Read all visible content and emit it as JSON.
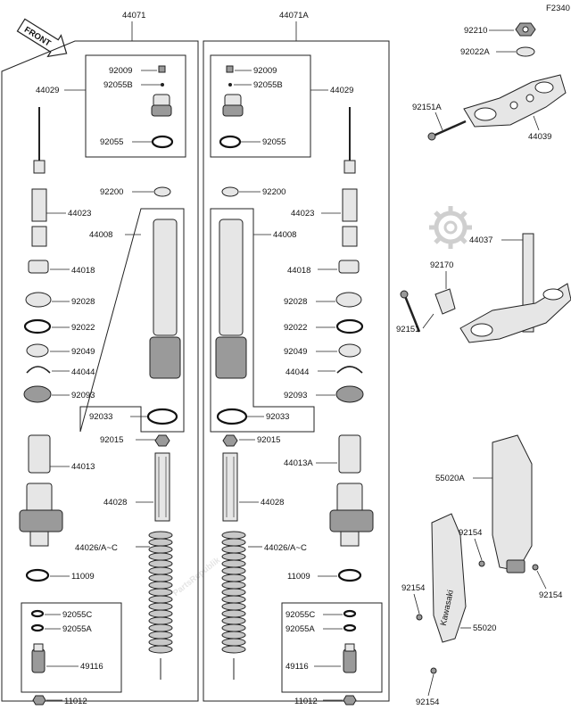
{
  "diagram_code": "F2340",
  "front_label": "FRONT",
  "watermark": "PartsRepublik",
  "assemblies": {
    "left": "44071",
    "right": "44071A"
  },
  "labels": {
    "l_92009": "92009",
    "l_92055B": "92055B",
    "l_44029": "44029",
    "l_92055": "92055",
    "l_92200": "92200",
    "l_44023": "44023",
    "l_44008": "44008",
    "l_44018": "44018",
    "l_92028": "92028",
    "l_92022": "92022",
    "l_92049": "92049",
    "l_44044": "44044",
    "l_92093": "92093",
    "l_92033": "92033",
    "l_92015": "92015",
    "l_44013": "44013",
    "l_44028": "44028",
    "l_44026": "44026/A~C",
    "l_11009": "11009",
    "l_92055C": "92055C",
    "l_92055A": "92055A",
    "l_49116": "49116",
    "l_11012": "11012",
    "r_92009": "92009",
    "r_92055B": "92055B",
    "r_44029": "44029",
    "r_92055": "92055",
    "r_92200": "92200",
    "r_44023": "44023",
    "r_44008": "44008",
    "r_44018": "44018",
    "r_92028": "92028",
    "r_92022": "92022",
    "r_92049": "92049",
    "r_44044": "44044",
    "r_92093": "92093",
    "r_92033": "92033",
    "r_92015": "92015",
    "r_44013A": "44013A",
    "r_44028": "44028",
    "r_44026": "44026/A~C",
    "r_11009": "11009",
    "r_92055C": "92055C",
    "r_92055A": "92055A",
    "r_49116": "49116",
    "r_11012": "11012",
    "s_92210": "92210",
    "s_92022A": "92022A",
    "s_92151A": "92151A",
    "s_44039": "44039",
    "s_44037": "44037",
    "s_92170": "92170",
    "s_92151": "92151",
    "g_55020A": "55020A",
    "g_92154a": "92154",
    "g_92154b": "92154",
    "g_92154c": "92154",
    "g_55020": "55020",
    "g_92154d": "92154",
    "g_brand": "Kawasaki"
  },
  "icons": {
    "front_arrow": "front-arrow-icon",
    "gear": "gear-icon"
  }
}
